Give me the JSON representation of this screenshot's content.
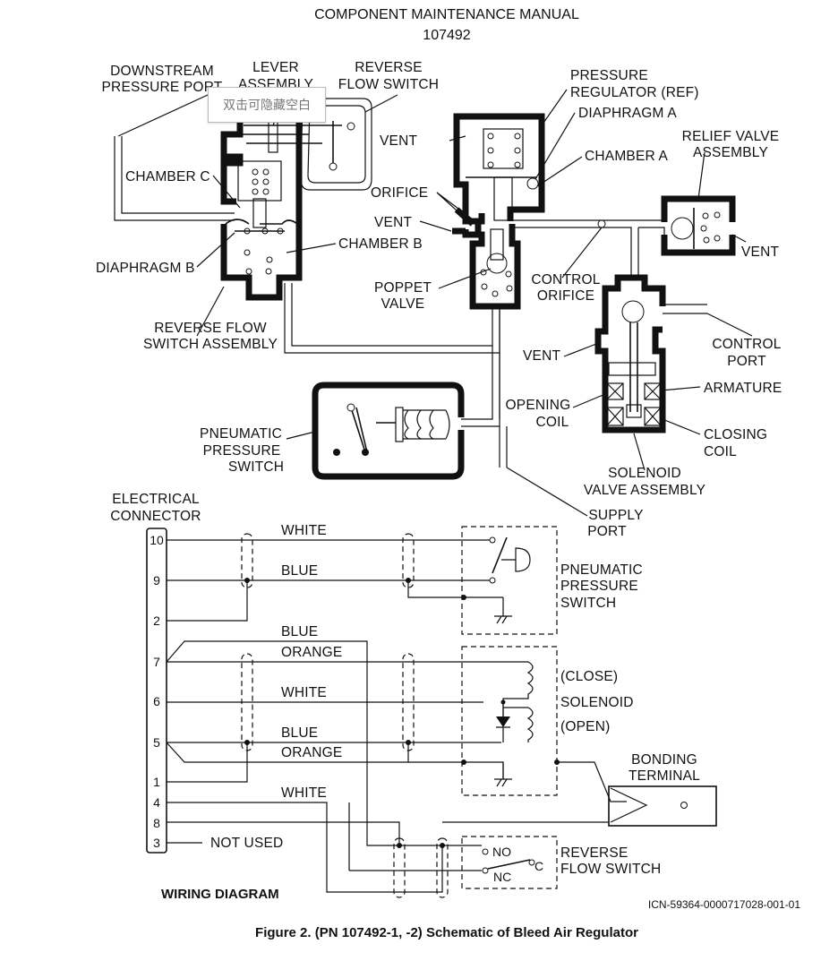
{
  "header": {
    "title": "COMPONENT MAINTENANCE MANUAL",
    "doc_number": "107492"
  },
  "tooltip": {
    "text": "双击可隐藏空白"
  },
  "schematic_labels": {
    "downstream_1": "DOWNSTREAM",
    "downstream_2": "PRESSURE PORT",
    "lever_1": "LEVER",
    "lever_2": "ASSEMBLY",
    "reverse_1": "REVERSE",
    "reverse_2": "FLOW SWITCH",
    "pressure_reg_1": "PRESSURE",
    "pressure_reg_2": "REGULATOR (REF)",
    "diaphragm_a": "DIAPHRAGM A",
    "vent": "VENT",
    "chamber_a": "CHAMBER A",
    "relief_1": "RELIEF VALVE",
    "relief_2": "ASSEMBLY",
    "chamber_c": "CHAMBER C",
    "orifice": "ORIFICE",
    "chamber_b": "CHAMBER B",
    "diaphragm_b": "DIAPHRAGM B",
    "poppet_1": "POPPET",
    "poppet_2": "VALVE",
    "control_orifice_1": "CONTROL",
    "control_orifice_2": "ORIFICE",
    "rfs_assy_1": "REVERSE FLOW",
    "rfs_assy_2": "SWITCH ASSEMBLY",
    "control_port_1": "CONTROL",
    "control_port_2": "PORT",
    "armature": "ARMATURE",
    "opening_coil_1": "OPENING",
    "opening_coil_2": "COIL",
    "closing_coil_1": "CLOSING",
    "closing_coil_2": "COIL",
    "pps_1": "PNEUMATIC",
    "pps_2": "PRESSURE",
    "pps_3": "SWITCH",
    "solenoid_1": "SOLENOID",
    "solenoid_2": "VALVE ASSEMBLY",
    "supply_1": "SUPPLY",
    "supply_2": "PORT"
  },
  "wiring": {
    "connector_1": "ELECTRICAL",
    "connector_2": "CONNECTOR",
    "pins": [
      "10",
      "9",
      "2",
      "7",
      "6",
      "5",
      "1",
      "4",
      "8",
      "3"
    ],
    "wires": {
      "white_top": "WHITE",
      "blue_top": "BLUE",
      "blue_mid": "BLUE",
      "orange_mid": "ORANGE",
      "white_mid": "WHITE",
      "blue_low": "BLUE",
      "orange_low": "ORANGE",
      "white_low": "WHITE"
    },
    "not_used": "NOT USED",
    "pps_1": "PNEUMATIC",
    "pps_2": "PRESSURE",
    "pps_3": "SWITCH",
    "close": "(CLOSE)",
    "solenoid": "SOLENOID",
    "open": "(OPEN)",
    "bonding_1": "BONDING",
    "bonding_2": "TERMINAL",
    "no": "NO",
    "nc": "NC",
    "c": "C",
    "rfs_1": "REVERSE",
    "rfs_2": "FLOW SWITCH",
    "title": "WIRING DIAGRAM"
  },
  "icn": "ICN-59364-0000717028-001-01",
  "caption": "Figure 2. (PN 107492-1, -2) Schematic of Bleed Air Regulator"
}
